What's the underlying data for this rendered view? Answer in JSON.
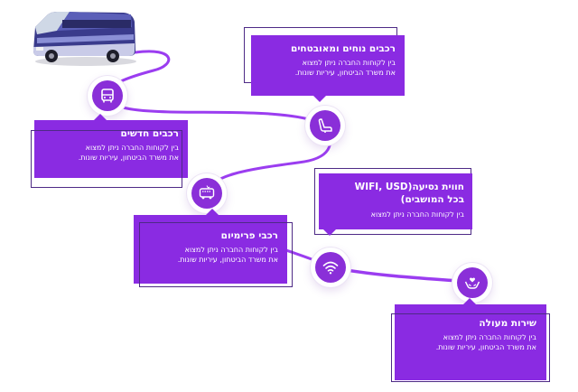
{
  "colors": {
    "accent": "#8a2be2",
    "path": "#9b3df0",
    "card_outline": "#4e2a86",
    "background": "#ffffff"
  },
  "cards": [
    {
      "title": "רכבים נוחים ומאובטחים",
      "desc": "בין לקוחות החברה ניתן למצוא\nאת משרד הביטחון, עיריות שונות.",
      "icon": "seat-icon"
    },
    {
      "title": "רכבים חדשים",
      "desc": "בין לקוחות החברה ניתן למצוא\nאת משרד הביטחון, עיריות שונות.",
      "icon": "bus-front-icon"
    },
    {
      "title": "חווית נסיעה(WIFI, USD\nבכל המושבים)",
      "desc": "בין לקוחות החברה ניתן למצוא",
      "icon": "wifi-icon"
    },
    {
      "title": "רכבי פרימיום",
      "desc": "בין לקוחות החברה ניתן למצוא\nאת משרד הביטחון, עיריות שונות.",
      "icon": "premium-bus-icon"
    },
    {
      "title": "שירות מעולה",
      "desc": "בין לקוחות החברה ניתן למצוא\nאת משרד הביטחון, עיריות שונות.",
      "icon": "hands-heart-icon"
    }
  ]
}
